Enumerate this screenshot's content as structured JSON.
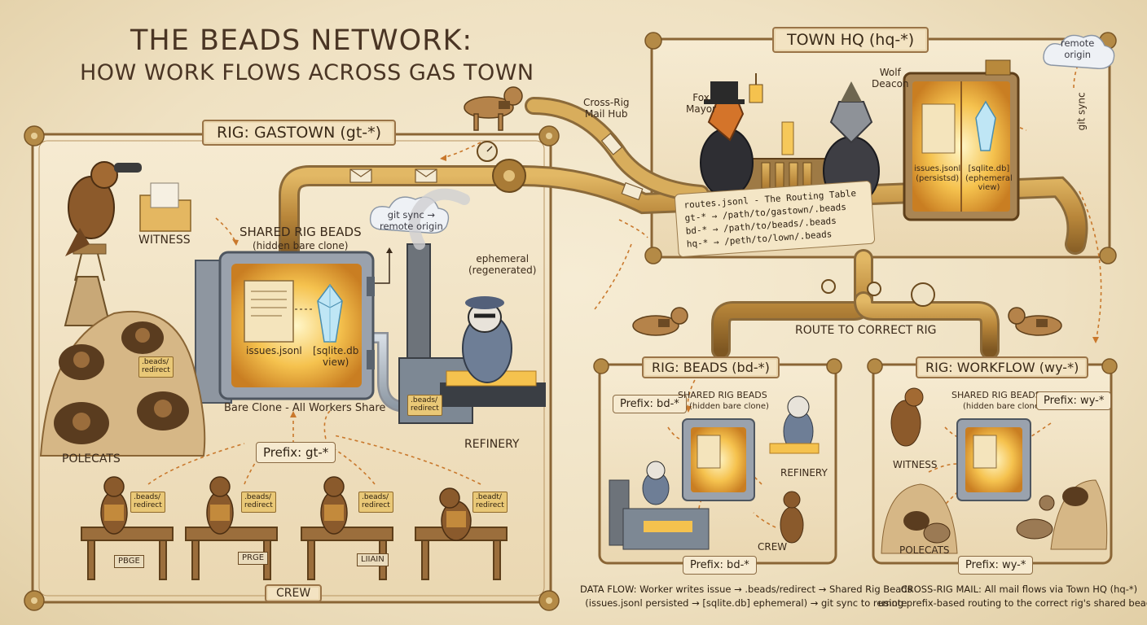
{
  "title": {
    "line1": "THE BEADS NETWORK:",
    "line2": "HOW WORK FLOWS ACROSS GAS TOWN"
  },
  "town_hq": {
    "banner": "TOWN HQ (hq-*)",
    "fox": "Fox\nMayor",
    "wolf": "Wolf\nDeacon",
    "cross_rig": "Cross-Rig\nMail Hub",
    "issues": "issues.jsonl\n(persistsd)",
    "sqlite": "[sqlite.db]\n(ephemeral\nview)",
    "routing_title": "routes.jsonl - The Routing Table",
    "routes": [
      "gt-* → /path/to/gastown/.beads",
      "bd-* → /path/to/beads/.beads",
      "hq-* → /peth/to/lown/.beads"
    ],
    "remote": "remote\norigin",
    "git_sync": "git sync",
    "route_label": "ROUTE TO CORRECT RIG"
  },
  "gastown": {
    "banner": "RIG: GASTOWN (gt-*)",
    "witness": "WITNESS",
    "shared_title": "SHARED RIG BEADS",
    "shared_sub": "(hidden bare clone)",
    "issues": "issues.jsonl",
    "sqlite": "[sqlite.db\nview)",
    "bare_clone": "Bare Clone - All Workers Share",
    "git_sync": "git sync →\nremote origin",
    "ephemeral": "ephemeral\n(regenerated)",
    "refinery": "REFINERY",
    "polecats": "POLECATS",
    "prefix": "Prefix: gt-*",
    "crew": "CREW",
    "tags": [
      ".beads/\nredirect",
      ".beads/\nredirect",
      ".beads/\nredirect",
      ".beads/\nredirect",
      ".beads/\nredirect",
      ".beadt/\nredirect"
    ],
    "benches": [
      "PBGE",
      "PRGE",
      "LIIAIN"
    ]
  },
  "beads_rig": {
    "banner": "RIG: BEADS (bd-*)",
    "prefix_top": "Prefix: bd-*",
    "shared_title": "SHARED RIG BEADS",
    "shared_sub": "(hidden bare clone)",
    "refinery": "REFINERY",
    "crew": "CREW",
    "prefix_bottom": "Prefix: bd-*"
  },
  "workflow_rig": {
    "banner": "RIG: WORKFLOW (wy-*)",
    "shared_title": "SHARED RIG BEADS",
    "shared_sub": "(hidden bare clone)",
    "prefix_top": "Prefix: wy-*",
    "witness": "WITNESS",
    "polecats": "POLECATS",
    "prefix_bottom": "Prefix: wy-*"
  },
  "footer": {
    "data_flow_1": "DATA FLOW: Worker writes issue → .beads/redirect → Shared Rig Beads",
    "data_flow_2": "(issues.jsonl persisted → [sqlite.db] ephemeral) → git sync to remote",
    "mail_1": "CROSS-RIG MAIL: All mail flows via Town HQ (hq-*)",
    "mail_2": "using prefix-based routing to the correct rig's shared beads."
  },
  "icons": [
    "dog-courier-icon",
    "fox-icon",
    "wolf-icon",
    "badger-icon",
    "hawk-icon",
    "otter-icon",
    "cloud-icon",
    "crystal-icon",
    "scroll-icon",
    "vault-icon",
    "pipe-icon",
    "gear-icon",
    "folder-icon"
  ],
  "colors": {
    "parchment": "#f3e5c6",
    "brass": "#b8893c",
    "glow": "#f7c95a",
    "ink": "#3b2a1a"
  }
}
